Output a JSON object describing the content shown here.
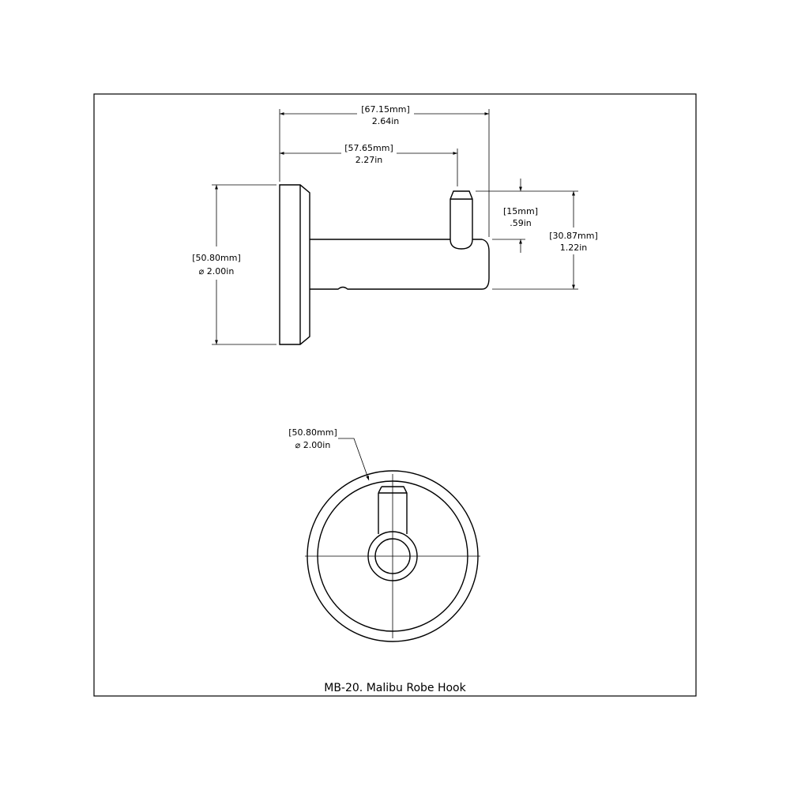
{
  "drawing": {
    "title": "MB-20. Malibu Robe Hook",
    "side_view": {
      "overall_length": {
        "mm": "[67.15mm]",
        "in": "2.64in"
      },
      "post_length": {
        "mm": "[57.65mm]",
        "in": "2.27in"
      },
      "base_diameter": {
        "mm": "[50.80mm]",
        "in": "⌀ 2.00in"
      },
      "pin_height": {
        "mm": "[15mm]",
        "in": ".59in"
      },
      "hook_height": {
        "mm": "[30.87mm]",
        "in": "1.22in"
      }
    },
    "front_view": {
      "base_diameter": {
        "mm": "[50.80mm]",
        "in": "⌀ 2.00in"
      }
    }
  }
}
